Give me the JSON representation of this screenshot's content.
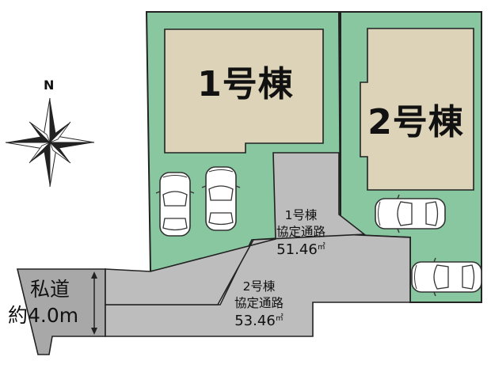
{
  "compass": {
    "north_label": "N"
  },
  "buildings": [
    {
      "id": "1",
      "label": "1号棟"
    },
    {
      "id": "2",
      "label": "2号棟"
    }
  ],
  "passages": [
    {
      "line1": "1号棟",
      "line2": "協定通路",
      "area": "51.46",
      "unit": "㎡"
    },
    {
      "line1": "2号棟",
      "line2": "協定通路",
      "area": "53.46",
      "unit": "㎡"
    }
  ],
  "private_road": {
    "line1": "私道",
    "line2": "約4.0m"
  },
  "colors": {
    "lot": "#88c7a0",
    "building": "#ddd3b8",
    "passage": "#bdbdbd",
    "private_road": "#a8a8a8",
    "outline": "#222222"
  },
  "icons": [
    "compass-rose-icon",
    "car-icon"
  ]
}
